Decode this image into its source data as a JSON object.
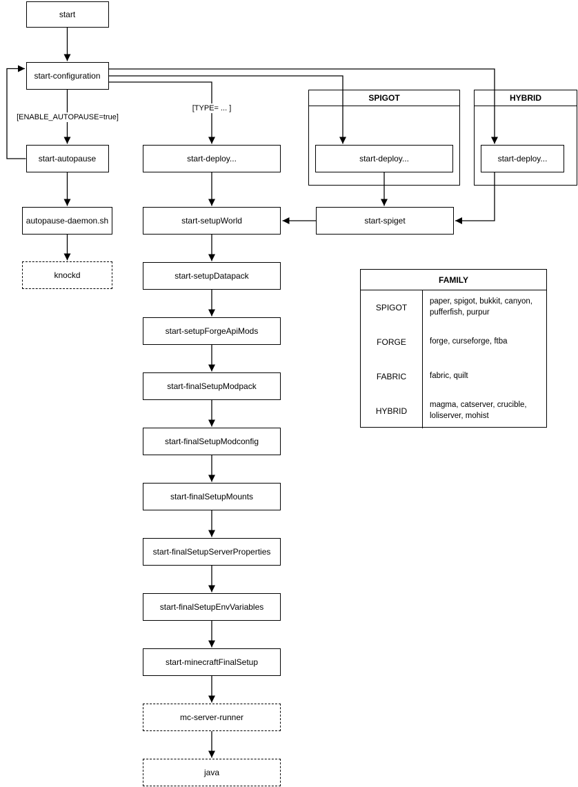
{
  "nodes": {
    "start": "start",
    "start_configuration": "start-configuration",
    "start_autopause": "start-autopause",
    "autopause_daemon": "autopause-daemon.sh",
    "knockd": "knockd",
    "start_deploy": "start-deploy...",
    "start_setup_world": "start-setupWorld",
    "start_setup_datapack": "start-setupDatapack",
    "start_setup_forge_api_mods": "start-setupForgeApiMods",
    "start_final_setup_modpack": "start-finalSetupModpack",
    "start_final_setup_modconfig": "start-finalSetupModconfig",
    "start_final_setup_mounts": "start-finalSetupMounts",
    "start_final_setup_server_properties": "start-finalSetupServerProperties",
    "start_final_setup_env_variables": "start-finalSetupEnvVariables",
    "start_minecraft_final_setup": "start-minecraftFinalSetup",
    "mc_server_runner": "mc-server-runner",
    "java": "java",
    "spigot_deploy": "start-deploy...",
    "hybrid_deploy": "start-deploy...",
    "start_spiget": "start-spiget"
  },
  "edge_labels": {
    "enable_autopause": "[ENABLE_AUTOPAUSE=true]",
    "type": "[TYPE= ... ]"
  },
  "groups": {
    "spigot": "SPIGOT",
    "hybrid": "HYBRID"
  },
  "family_table": {
    "title": "FAMILY",
    "rows": [
      {
        "family": "SPIGOT",
        "members": "paper, spigot, bukkit, canyon, pufferfish, purpur"
      },
      {
        "family": "FORGE",
        "members": "forge, curseforge, ftba"
      },
      {
        "family": "FABRIC",
        "members": "fabric, quilt"
      },
      {
        "family": "HYBRID",
        "members": "magma, catserver, crucible, loliserver, mohist"
      }
    ]
  },
  "colors": {
    "line": "#000000",
    "box_background": "#ffffff",
    "text": "#000000"
  }
}
